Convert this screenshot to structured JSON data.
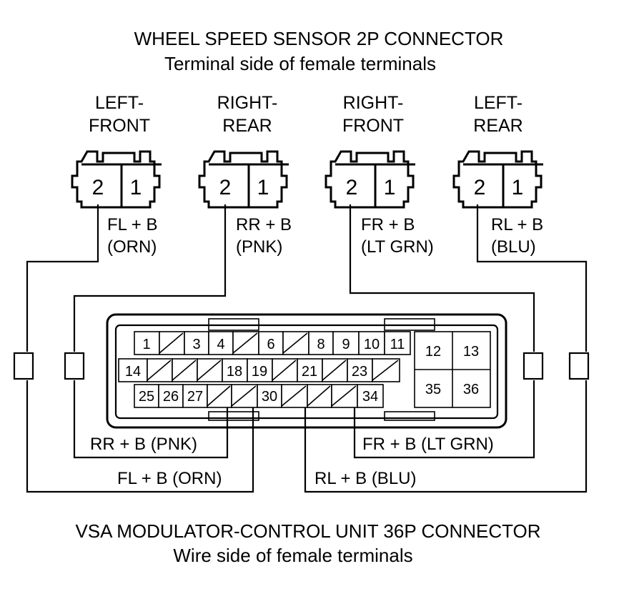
{
  "titles": {
    "top_title": "WHEEL SPEED SENSOR 2P CONNECTOR",
    "top_subtitle": "Terminal side of female terminals",
    "bottom_title": "VSA MODULATOR-CONTROL UNIT 36P CONNECTOR",
    "bottom_subtitle": "Wire side of female terminals"
  },
  "sensors": [
    {
      "line1": "LEFT-",
      "line2": "FRONT",
      "term_a": "2",
      "term_b": "1",
      "wire1": "FL  + B",
      "wire2": "(ORN)"
    },
    {
      "line1": "RIGHT-",
      "line2": "REAR",
      "term_a": "2",
      "term_b": "1",
      "wire1": "RR  + B",
      "wire2": "(PNK)"
    },
    {
      "line1": "RIGHT-",
      "line2": "FRONT",
      "term_a": "2",
      "term_b": "1",
      "wire1": "FR  + B",
      "wire2": "(LT GRN)"
    },
    {
      "line1": "LEFT-",
      "line2": "REAR",
      "term_a": "2",
      "term_b": "1",
      "wire1": "RL  + B",
      "wire2": "(BLU)"
    }
  ],
  "wires_bottom": {
    "rr": "RR  + B (PNK)",
    "fl": "FL  + B (ORN)",
    "fr": "FR  + B (LT GRN)",
    "rl": "RL  + B (BLU)"
  },
  "pins": {
    "p1": "1",
    "p3": "3",
    "p4": "4",
    "p6": "6",
    "p8": "8",
    "p9": "9",
    "p10": "10",
    "p11": "11",
    "p12": "12",
    "p13": "13",
    "p14": "14",
    "p18": "18",
    "p19": "19",
    "p21": "21",
    "p23": "23",
    "p25": "25",
    "p26": "26",
    "p27": "27",
    "p30": "30",
    "p34": "34",
    "p35": "35",
    "p36": "36"
  }
}
